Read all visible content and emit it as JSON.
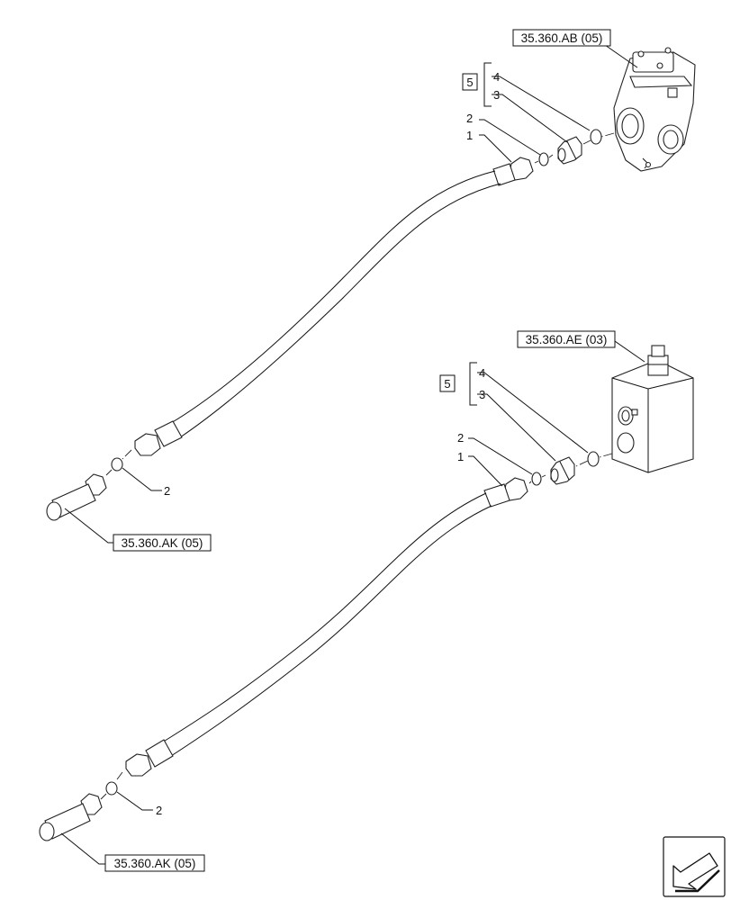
{
  "references": {
    "ref_top_valve": "35.360.AB (05)",
    "ref_mid_valve": "35.360.AE (03)",
    "ref_upper_cyl": "35.360.AK (05)",
    "ref_lower_cyl": "35.360.AK (05)"
  },
  "kit_labels": {
    "upper": "5",
    "lower": "5"
  },
  "callouts": {
    "upper": {
      "hose": "1",
      "oring_valve": "2",
      "adapter": "3",
      "oring_adapter": "4",
      "oring_cyl": "2"
    },
    "lower": {
      "hose": "1",
      "oring_valve": "2",
      "adapter": "3",
      "oring_adapter": "4",
      "oring_cyl": "2"
    }
  },
  "icons": {
    "nav": "arrow-left-down-icon"
  }
}
